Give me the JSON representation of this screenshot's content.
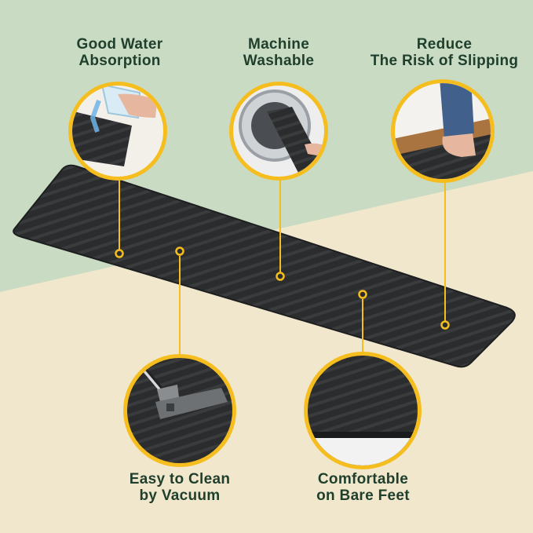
{
  "colors": {
    "background_top": "#c9dcc3",
    "background_bottom": "#f1e7cd",
    "accent_yellow": "#f5be1e",
    "label_text": "#1f3f2c",
    "mat": "#2b2c2d"
  },
  "features": [
    {
      "id": "water",
      "line1": "Good Water",
      "line2": "Absorption"
    },
    {
      "id": "wash",
      "line1": "Machine",
      "line2": "Washable"
    },
    {
      "id": "slip",
      "line1": "Reduce",
      "line2": "The Risk of Slipping"
    },
    {
      "id": "vacuum",
      "line1": "Easy to Clean",
      "line2": "by Vacuum"
    },
    {
      "id": "comfort",
      "line1": "Comfortable",
      "line2": "on Bare Feet"
    }
  ]
}
